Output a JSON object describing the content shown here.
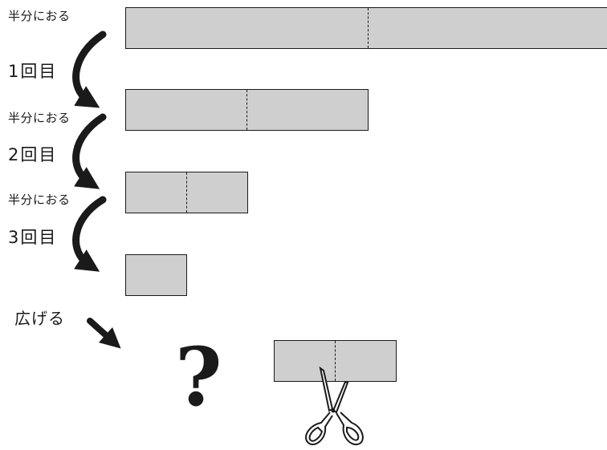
{
  "steps": {
    "fold_text": "半分におる",
    "first": "1回目",
    "second": "2回目",
    "third": "3回目"
  },
  "unfold_text": "広げる",
  "question_mark": "?",
  "colors": {
    "paper": "#cfcfcf",
    "ink": "#1a1a1a"
  },
  "icons": [
    "curved-arrow-icon",
    "arrow-down-right-icon",
    "scissors-icon"
  ]
}
